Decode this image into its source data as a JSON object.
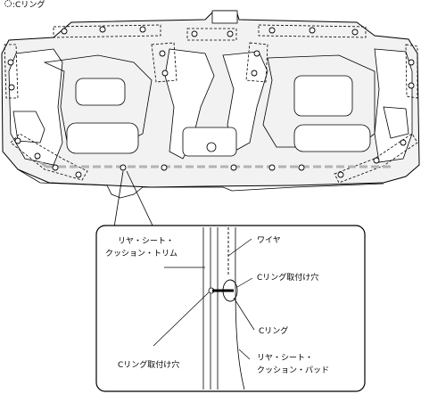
{
  "legend": {
    "symbol": "◌",
    "text": ":Cリング"
  },
  "callouts": {
    "trim": [
      "リヤ・シート・",
      "クッション・トリム"
    ],
    "wire": "ワイヤ",
    "hole_right": "Cリング取付け穴",
    "c_ring": "Cリング",
    "hole_left": "Cリング取付け穴",
    "pad": [
      "リヤ・シート・",
      "クッション・パッド"
    ]
  }
}
